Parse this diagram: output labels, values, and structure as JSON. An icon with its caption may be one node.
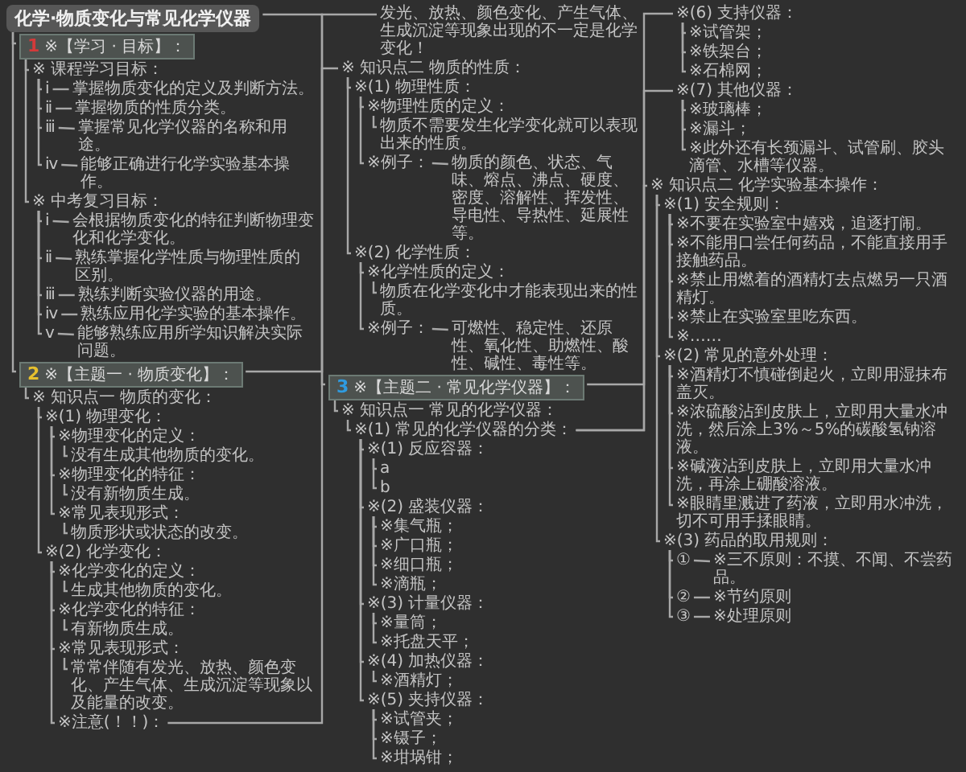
{
  "diagram": {
    "nodes": [
      {
        "text": [
          "化学·物质变化与常见化学仪器"
        ]
      },
      {
        "text": [
          "1",
          "※【学习 · 目标】："
        ]
      },
      {
        "text": [
          "※ 课程学习目标："
        ]
      },
      {
        "text": [
          "ⅰ"
        ]
      },
      {
        "text": [
          "掌握物质变化的定义及判断方法。"
        ]
      },
      {
        "text": [
          "ⅱ"
        ]
      },
      {
        "text": [
          "掌握物质的性质分类。"
        ]
      },
      {
        "text": [
          "ⅲ"
        ]
      },
      {
        "text": [
          "掌握常见化学仪器的名称和用途。"
        ]
      },
      {
        "text": [
          "ⅳ"
        ]
      },
      {
        "text": [
          "能够正确进行化学实验基本操作。"
        ]
      },
      {
        "text": [
          "※ 中考复习目标："
        ]
      },
      {
        "text": [
          "ⅰ"
        ]
      },
      {
        "text": [
          "会根据物质变化的特征判断物理变化和化学变化。"
        ]
      },
      {
        "text": [
          "ⅱ"
        ]
      },
      {
        "text": [
          "熟练掌握化学性质与物理性质的区别。"
        ]
      },
      {
        "text": [
          "ⅲ"
        ]
      },
      {
        "text": [
          "熟练判断实验仪器的用途。"
        ]
      },
      {
        "text": [
          "ⅳ"
        ]
      },
      {
        "text": [
          "熟练应用化学实验的基本操作。"
        ]
      },
      {
        "text": [
          "ⅴ"
        ]
      },
      {
        "text": [
          "能够熟练应用所学知识解决实际问题。"
        ]
      },
      {
        "text": [
          "2",
          "※【主题一 · 物质变化】："
        ]
      },
      {
        "text": [
          "※ 知识点一 物质的变化："
        ]
      },
      {
        "text": [
          "※(1) 物理变化："
        ]
      },
      {
        "text": [
          "※物理变化的定义："
        ]
      },
      {
        "text": [
          "没有生成其他物质的变化。"
        ]
      },
      {
        "text": [
          "※物理变化的特征："
        ]
      },
      {
        "text": [
          "没有新物质生成。"
        ]
      },
      {
        "text": [
          "※常见表现形式："
        ]
      },
      {
        "text": [
          "物质形状或状态的改变。"
        ]
      },
      {
        "text": [
          "※(2) 化学变化："
        ]
      },
      {
        "text": [
          "※化学变化的定义："
        ]
      },
      {
        "text": [
          "生成其他物质的变化。"
        ]
      },
      {
        "text": [
          "※化学变化的特征："
        ]
      },
      {
        "text": [
          "有新物质生成。"
        ]
      },
      {
        "text": [
          "※常见表现形式："
        ]
      },
      {
        "text": [
          "常常伴随有发光、放热、颜色变化、产生气体、生成沉淀等现象以及能量的改变。"
        ]
      },
      {
        "text": [
          "※注意(！！)："
        ]
      },
      {
        "text": [
          "发光、放热、颜色变化、产生气体、生成沉淀等现象出现的不一定是化学变化！"
        ]
      },
      {
        "text": [
          "※ 知识点二 物质的性质："
        ]
      },
      {
        "text": [
          "※(1) 物理性质："
        ]
      },
      {
        "text": [
          "※物理性质的定义："
        ]
      },
      {
        "text": [
          "物质不需要发生化学变化就可以表现出来的性质。"
        ]
      },
      {
        "text": [
          "※例子："
        ]
      },
      {
        "text": [
          "物质的颜色、状态、气味、熔点、沸点、硬度、密度、溶解性、挥发性、导电性、导热性、延展性等。"
        ]
      },
      {
        "text": [
          "※(2) 化学性质："
        ]
      },
      {
        "text": [
          "※化学性质的定义："
        ]
      },
      {
        "text": [
          "物质在化学变化中才能表现出来的性质。"
        ]
      },
      {
        "text": [
          "※例子："
        ]
      },
      {
        "text": [
          "可燃性、稳定性、还原性、氧化性、助燃性、酸性、碱性、毒性等。"
        ]
      },
      {
        "text": [
          "3",
          "※【主题二 · 常见化学仪器】："
        ]
      },
      {
        "text": [
          "※ 知识点一 常见的化学仪器："
        ]
      },
      {
        "text": [
          "※(1) 常见的化学仪器的分类："
        ]
      },
      {
        "text": [
          "※(1) 反应容器："
        ]
      },
      {
        "text": [
          "a"
        ]
      },
      {
        "text": [
          "b"
        ]
      },
      {
        "text": [
          "※(2) 盛装仪器："
        ]
      },
      {
        "text": [
          "※集气瓶；"
        ]
      },
      {
        "text": [
          "※广口瓶；"
        ]
      },
      {
        "text": [
          "※细口瓶；"
        ]
      },
      {
        "text": [
          "※滴瓶；"
        ]
      },
      {
        "text": [
          "※(3) 计量仪器："
        ]
      },
      {
        "text": [
          "※量筒；"
        ]
      },
      {
        "text": [
          "※托盘天平；"
        ]
      },
      {
        "text": [
          "※(4) 加热仪器："
        ]
      },
      {
        "text": [
          "※酒精灯；"
        ]
      },
      {
        "text": [
          "※(5) 夹持仪器："
        ]
      },
      {
        "text": [
          "※试管夹；"
        ]
      },
      {
        "text": [
          "※镊子；"
        ]
      },
      {
        "text": [
          "※坩埚钳；"
        ]
      },
      {
        "text": [
          "※(6) 支持仪器："
        ]
      },
      {
        "text": [
          "※试管架；"
        ]
      },
      {
        "text": [
          "※铁架台；"
        ]
      },
      {
        "text": [
          "※石棉网；"
        ]
      },
      {
        "text": [
          "※(7) 其他仪器："
        ]
      },
      {
        "text": [
          "※玻璃棒；"
        ]
      },
      {
        "text": [
          "※漏斗；"
        ]
      },
      {
        "text": [
          "※此外还有长颈漏斗、试管刷、胶头滴管、水槽等仪器。"
        ]
      },
      {
        "text": [
          "※ 知识点二 化学实验基本操作："
        ]
      },
      {
        "text": [
          "※(1) 安全规则："
        ]
      },
      {
        "text": [
          "※不要在实验室中嬉戏，追逐打闹。"
        ]
      },
      {
        "text": [
          "※不能用口尝任何药品，不能直接用手接触药品。"
        ]
      },
      {
        "text": [
          "※禁止用燃着的酒精灯去点燃另一只酒精灯。"
        ]
      },
      {
        "text": [
          "※禁止在实验室里吃东西。"
        ]
      },
      {
        "text": [
          "※……"
        ]
      },
      {
        "text": [
          "※(2) 常见的意外处理："
        ]
      },
      {
        "text": [
          "※酒精灯不慎碰倒起火，立即用湿抹布盖灭。"
        ]
      },
      {
        "text": [
          "※浓硫酸沾到皮肤上，立即用大量水冲洗，然后涂上3%～5%的碳酸氢钠溶液。"
        ]
      },
      {
        "text": [
          "※碱液沾到皮肤上，立即用大量水冲洗，再涂上硼酸溶液。"
        ]
      },
      {
        "text": [
          "※眼睛里溅进了药液，立即用水冲洗，切不可用手揉眼睛。"
        ]
      },
      {
        "text": [
          "※(3) 药品的取用规则："
        ]
      },
      {
        "text": [
          "①"
        ]
      },
      {
        "text": [
          "※三不原则：不摸、不闻、不尝药品。"
        ]
      },
      {
        "text": [
          "②"
        ]
      },
      {
        "text": [
          "※节约原则"
        ]
      },
      {
        "text": [
          "③"
        ]
      },
      {
        "text": [
          "※处理原则"
        ]
      }
    ],
    "edges": [
      {
        "from": 0,
        "to": 1,
        "arrow": "none"
      },
      {
        "from": 0,
        "to": 22,
        "arrow": "none"
      },
      {
        "from": 0,
        "to": 51,
        "arrow": "none"
      },
      {
        "from": 1,
        "to": 2,
        "arrow": "none"
      },
      {
        "from": 2,
        "to": 3,
        "arrow": "none"
      },
      {
        "from": 3,
        "to": 4,
        "arrow": "none"
      },
      {
        "from": 2,
        "to": 5,
        "arrow": "none"
      },
      {
        "from": 5,
        "to": 6,
        "arrow": "none"
      },
      {
        "from": 2,
        "to": 7,
        "arrow": "none"
      },
      {
        "from": 7,
        "to": 8,
        "arrow": "none"
      },
      {
        "from": 2,
        "to": 9,
        "arrow": "none"
      },
      {
        "from": 9,
        "to": 10,
        "arrow": "none"
      },
      {
        "from": 1,
        "to": 11,
        "arrow": "none"
      },
      {
        "from": 11,
        "to": 12,
        "arrow": "none"
      },
      {
        "from": 12,
        "to": 13,
        "arrow": "none"
      },
      {
        "from": 11,
        "to": 14,
        "arrow": "none"
      },
      {
        "from": 14,
        "to": 15,
        "arrow": "none"
      },
      {
        "from": 11,
        "to": 16,
        "arrow": "none"
      },
      {
        "from": 16,
        "to": 17,
        "arrow": "none"
      },
      {
        "from": 11,
        "to": 18,
        "arrow": "none"
      },
      {
        "from": 18,
        "to": 19,
        "arrow": "none"
      },
      {
        "from": 11,
        "to": 20,
        "arrow": "none"
      },
      {
        "from": 20,
        "to": 21,
        "arrow": "none"
      },
      {
        "from": 22,
        "to": 23,
        "arrow": "none"
      },
      {
        "from": 23,
        "to": 24,
        "arrow": "none"
      },
      {
        "from": 24,
        "to": 25,
        "arrow": "none"
      },
      {
        "from": 25,
        "to": 26,
        "arrow": "none"
      },
      {
        "from": 24,
        "to": 27,
        "arrow": "none"
      },
      {
        "from": 27,
        "to": 28,
        "arrow": "none"
      },
      {
        "from": 24,
        "to": 29,
        "arrow": "none"
      },
      {
        "from": 29,
        "to": 30,
        "arrow": "none"
      },
      {
        "from": 23,
        "to": 31,
        "arrow": "none"
      },
      {
        "from": 31,
        "to": 32,
        "arrow": "none"
      },
      {
        "from": 32,
        "to": 33,
        "arrow": "none"
      },
      {
        "from": 31,
        "to": 34,
        "arrow": "none"
      },
      {
        "from": 34,
        "to": 35,
        "arrow": "none"
      },
      {
        "from": 31,
        "to": 36,
        "arrow": "none"
      },
      {
        "from": 36,
        "to": 37,
        "arrow": "none"
      },
      {
        "from": 31,
        "to": 38,
        "arrow": "none"
      },
      {
        "from": 38,
        "to": 39,
        "arrow": "none"
      },
      {
        "from": 22,
        "to": 40,
        "arrow": "none"
      },
      {
        "from": 40,
        "to": 41,
        "arrow": "none"
      },
      {
        "from": 41,
        "to": 42,
        "arrow": "none"
      },
      {
        "from": 42,
        "to": 43,
        "arrow": "none"
      },
      {
        "from": 41,
        "to": 44,
        "arrow": "none"
      },
      {
        "from": 44,
        "to": 45,
        "arrow": "none"
      },
      {
        "from": 40,
        "to": 46,
        "arrow": "none"
      },
      {
        "from": 46,
        "to": 47,
        "arrow": "none"
      },
      {
        "from": 47,
        "to": 48,
        "arrow": "none"
      },
      {
        "from": 46,
        "to": 49,
        "arrow": "none"
      },
      {
        "from": 49,
        "to": 50,
        "arrow": "none"
      },
      {
        "from": 51,
        "to": 52,
        "arrow": "none"
      },
      {
        "from": 52,
        "to": 53,
        "arrow": "none"
      },
      {
        "from": 53,
        "to": 54,
        "arrow": "none"
      },
      {
        "from": 54,
        "to": 55,
        "arrow": "none"
      },
      {
        "from": 54,
        "to": 56,
        "arrow": "none"
      },
      {
        "from": 53,
        "to": 57,
        "arrow": "none"
      },
      {
        "from": 57,
        "to": 58,
        "arrow": "none"
      },
      {
        "from": 57,
        "to": 59,
        "arrow": "none"
      },
      {
        "from": 57,
        "to": 60,
        "arrow": "none"
      },
      {
        "from": 57,
        "to": 61,
        "arrow": "none"
      },
      {
        "from": 53,
        "to": 62,
        "arrow": "none"
      },
      {
        "from": 62,
        "to": 63,
        "arrow": "none"
      },
      {
        "from": 62,
        "to": 64,
        "arrow": "none"
      },
      {
        "from": 53,
        "to": 65,
        "arrow": "none"
      },
      {
        "from": 65,
        "to": 66,
        "arrow": "none"
      },
      {
        "from": 53,
        "to": 67,
        "arrow": "none"
      },
      {
        "from": 67,
        "to": 68,
        "arrow": "none"
      },
      {
        "from": 67,
        "to": 69,
        "arrow": "none"
      },
      {
        "from": 67,
        "to": 70,
        "arrow": "none"
      },
      {
        "from": 53,
        "to": 71,
        "arrow": "none"
      },
      {
        "from": 71,
        "to": 72,
        "arrow": "none"
      },
      {
        "from": 71,
        "to": 73,
        "arrow": "none"
      },
      {
        "from": 71,
        "to": 74,
        "arrow": "none"
      },
      {
        "from": 53,
        "to": 75,
        "arrow": "none"
      },
      {
        "from": 75,
        "to": 76,
        "arrow": "none"
      },
      {
        "from": 75,
        "to": 77,
        "arrow": "none"
      },
      {
        "from": 75,
        "to": 78,
        "arrow": "none"
      },
      {
        "from": 51,
        "to": 79,
        "arrow": "none"
      },
      {
        "from": 79,
        "to": 80,
        "arrow": "none"
      },
      {
        "from": 80,
        "to": 81,
        "arrow": "none"
      },
      {
        "from": 80,
        "to": 82,
        "arrow": "none"
      },
      {
        "from": 80,
        "to": 83,
        "arrow": "none"
      },
      {
        "from": 80,
        "to": 84,
        "arrow": "none"
      },
      {
        "from": 80,
        "to": 85,
        "arrow": "none"
      },
      {
        "from": 79,
        "to": 86,
        "arrow": "none"
      },
      {
        "from": 86,
        "to": 87,
        "arrow": "none"
      },
      {
        "from": 86,
        "to": 88,
        "arrow": "none"
      },
      {
        "from": 86,
        "to": 89,
        "arrow": "none"
      },
      {
        "from": 86,
        "to": 90,
        "arrow": "none"
      },
      {
        "from": 79,
        "to": 91,
        "arrow": "none"
      },
      {
        "from": 91,
        "to": 92,
        "arrow": "none"
      },
      {
        "from": 92,
        "to": 93,
        "arrow": "none"
      },
      {
        "from": 91,
        "to": 94,
        "arrow": "none"
      },
      {
        "from": 94,
        "to": 95,
        "arrow": "none"
      },
      {
        "from": 91,
        "to": 96,
        "arrow": "none"
      },
      {
        "from": 96,
        "to": 97,
        "arrow": "none"
      }
    ]
  }
}
